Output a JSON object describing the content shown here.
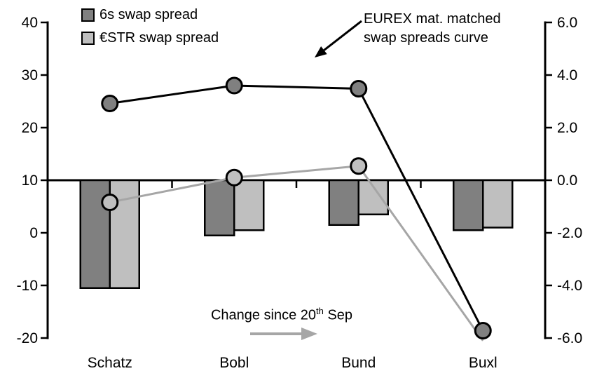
{
  "chart": {
    "background": "#ffffff",
    "legend": {
      "items": [
        {
          "label": "6s swap spread",
          "color": "#808080"
        },
        {
          "label": "€STR swap spread",
          "color": "#bfbfbf"
        }
      ]
    },
    "annotations": {
      "curve_label": {
        "line1": "EUREX mat. matched",
        "line2": "swap spreads curve"
      },
      "change_label": {
        "prefix": "Change since 20",
        "sup": "th",
        "suffix": " Sep"
      }
    }
  },
  "chart_data": {
    "type": "combo_bar_line",
    "categories": [
      "Schatz",
      "Bobl",
      "Bund",
      "Buxl"
    ],
    "left_axis": {
      "min": -20,
      "max": 40,
      "tick_values": [
        40,
        30,
        20,
        10,
        0,
        -10,
        -20
      ],
      "tick_labels": [
        "40",
        "30",
        "20",
        "10",
        "0",
        "-10",
        "-20"
      ]
    },
    "right_axis": {
      "min": -6,
      "max": 6,
      "tick_values": [
        6,
        4,
        2,
        0,
        -2,
        -4,
        -6
      ],
      "tick_labels": [
        "6.0",
        "4.0",
        "2.0",
        "0.0",
        "-2.0",
        "-4.0",
        "-6.0"
      ]
    },
    "baseline_left_value": 10,
    "grid": false,
    "legend_position": "top-left",
    "bar_series": [
      {
        "id": "6s",
        "name": "6s swap spread (change since 20th Sep)",
        "axis": "right",
        "color": "#808080",
        "values": [
          -4.1,
          -2.1,
          -1.7,
          -1.9
        ]
      },
      {
        "id": "estr",
        "name": "€STR swap spread (change since 20th Sep)",
        "axis": "right",
        "color": "#bfbfbf",
        "values": [
          -4.1,
          -1.9,
          -1.3,
          -1.8
        ]
      }
    ],
    "line_series": [
      {
        "id": "estr",
        "name": "€STR swap spread (EUREX mat. matched curve)",
        "axis": "left",
        "color": "#a6a6a6",
        "marker_fill": "#bfbfbf",
        "values": [
          5.8,
          10.5,
          12.7,
          -20.5
        ],
        "markers": [
          true,
          true,
          true,
          false
        ]
      },
      {
        "id": "6s",
        "name": "6s swap spread (EUREX mat. matched curve)",
        "axis": "left",
        "color": "#000000",
        "marker_fill": "#808080",
        "values": [
          24.6,
          28.0,
          27.4,
          -18.6
        ],
        "markers": [
          true,
          true,
          true,
          true
        ]
      }
    ],
    "arrow_colors": {
      "curve_annotation": "#000000",
      "change_annotation": "#a6a6a6"
    }
  }
}
